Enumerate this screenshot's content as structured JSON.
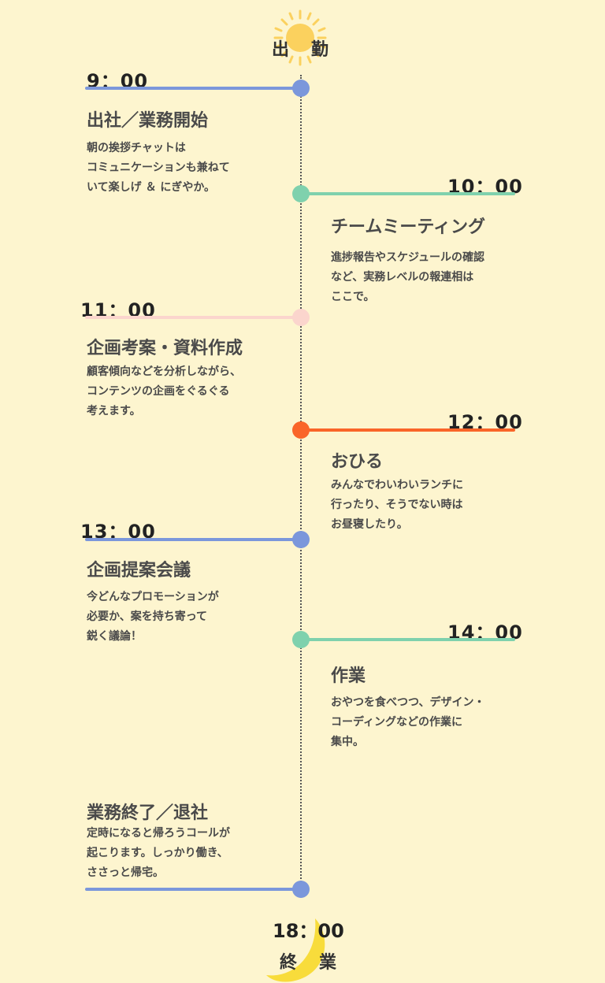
{
  "colors": {
    "background": "#fdf5cf",
    "blue": "#7b97db",
    "green": "#7fd1ad",
    "pink": "#fbd5cd",
    "orange": "#fa6529",
    "sun": "#fbd15e",
    "moon": "#f8dc3b"
  },
  "header": {
    "start_label": "出勤",
    "icon": "sun-icon"
  },
  "footer": {
    "end_time": "18：00",
    "end_label": "終業",
    "icon": "moon-icon"
  },
  "timeline": [
    {
      "time": "9：00",
      "title": "出社／業務開始",
      "desc": "朝の挨拶チャットは\nコミュニケーションも兼ねて\nいて楽しげ ＆ にぎやか。"
    },
    {
      "time": "10：00",
      "title": "チームミーティング",
      "desc": "進捗報告やスケジュールの確認\nなど、実務レベルの報連相は\nここで。"
    },
    {
      "time": "11：00",
      "title": "企画考案・資料作成",
      "desc": "顧客傾向などを分析しながら、\nコンテンツの企画をぐるぐる\n考えます。"
    },
    {
      "time": "12：00",
      "title": "おひる",
      "desc": "みんなでわいわいランチに\n行ったり、そうでない時は\nお昼寝したり。"
    },
    {
      "time": "13：00",
      "title": "企画提案会議",
      "desc": "今どんなプロモーションが\n必要か、案を持ち寄って\n鋭く議論！"
    },
    {
      "time": "14：00",
      "title": "作業",
      "desc": "おやつを食べつつ、デザイン・\nコーディングなどの作業に\n集中。"
    },
    {
      "title": "業務終了／退社",
      "desc": "定時になると帰ろうコールが\n起こります。しっかり働き、\nささっと帰宅。"
    }
  ]
}
